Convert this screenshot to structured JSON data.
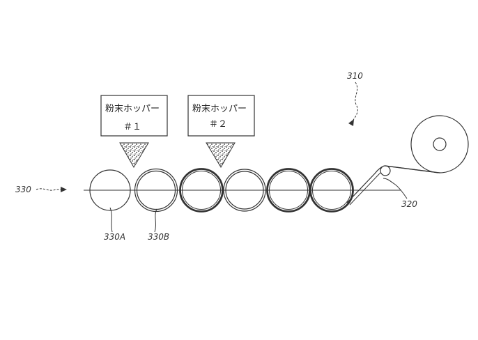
{
  "hoppers": [
    {
      "line1": "粉末ホッパー",
      "line2": "＃１"
    },
    {
      "line1": "粉末ホッパー",
      "line2": "＃２"
    }
  ],
  "labels": {
    "system": "310",
    "strip": "330",
    "roll_first": "330A",
    "roll_second": "330B",
    "substrate": "320"
  },
  "colors": {
    "line": "#333333",
    "fill": "#ffffff"
  }
}
